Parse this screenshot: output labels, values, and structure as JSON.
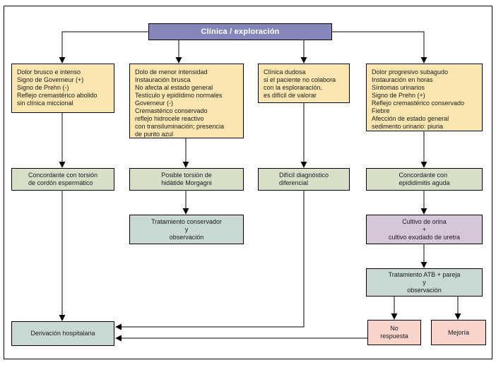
{
  "diagram": {
    "title": "Clínica / exploración",
    "nodes": {
      "col1_clinical": "Dolor brusco e intenso\nSigno de Governeur (+)\nSigno de Prehn (-)\nReflejo cremastérico abolido\nsin clínica miccional",
      "col2_clinical": "Dolo de menor intensidad\nInstauración brusca\nNo afecta al estado general\nTestículo y epidídimo normales\nGoverneur (-)\nCremastérico conservado\nreflejo hidrocele reactivo\ncon transiluminación; presencia\nde punto azul",
      "col3_clinical": "Clínica dudosa\nsi el paciente no colabora\ncon la esploraración,\nes difícil de valorar",
      "col4_clinical": "Dolor progresivo subagudo\nInstauración en horas\nSíntomas urinarios\nSigno de Prehn (+)\nReflejo cremastérico conservado\nFiebre\nAfección de estado general\nsedimento urinario: piuria",
      "col1_diagnosis": "Concordante con torsión\nde cordón espermático",
      "col2_diagnosis": "Posible torsión de\nhidátide Morgagni",
      "col3_diagnosis": "Difícil diagnóstico\ndiferencial",
      "col4_diagnosis": "Concordante con\nepididimitis aguda",
      "col2_treatment": "Tratamiento conservador\ny\nobservación",
      "col4_culture": "Cultivo de orina\n+\ncultivo exudado de uretra",
      "col4_treatment": "Tratamiento ATB + pareja\ny\nobservación",
      "no_response": "No\nrespuesta",
      "improvement": "Mejoría",
      "referral": "Derivación hospitalaria"
    },
    "colors": {
      "title_fill": "#8587ba",
      "clinical_fill": "#fbe5b1",
      "diagnosis_fill": "#d8dfc9",
      "treatment_fill": "#c8d8d5",
      "culture_fill": "#d6c6da",
      "outcome_fill": "#f9d4cc",
      "line": "#000000"
    }
  }
}
